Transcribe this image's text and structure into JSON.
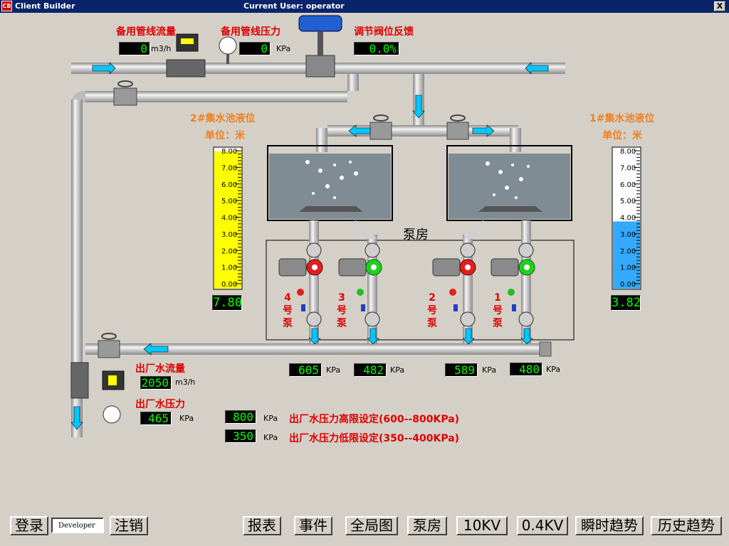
{
  "window": {
    "title": "Client Builder",
    "user": "Current User: operator",
    "close": "X",
    "app_icon": "CB"
  },
  "top": {
    "backup_flow_label": "备用管线流量",
    "backup_flow_value": "0",
    "backup_flow_unit": "m3/h",
    "backup_pressure_label": "备用管线压力",
    "backup_pressure_value": "0",
    "backup_pressure_unit": "KPa",
    "valve_label": "调节阀位反馈",
    "valve_value": "0.0%"
  },
  "tank2": {
    "title": "2#集水池液位",
    "unit": "单位：米",
    "value": "7.80",
    "level": 7.8,
    "color": "#ffff00"
  },
  "tank1": {
    "title": "1#集水池液位",
    "unit": "单位：米",
    "value": "3.82",
    "level": 3.82,
    "color": "#33aaff"
  },
  "scale_ticks": [
    "8.00",
    "7.00",
    "6.00",
    "5.00",
    "4.00",
    "3.00",
    "2.00",
    "1.00",
    "0.00"
  ],
  "pump_room": "泵房",
  "pumps": [
    {
      "label": "4\n号\n泵",
      "status": "red"
    },
    {
      "label": "3\n号\n泵",
      "status": "green"
    },
    {
      "label": "2\n号\n泵",
      "status": "red"
    },
    {
      "label": "1\n号\n泵",
      "status": "green"
    }
  ],
  "pump_pressures": [
    {
      "value": "605",
      "unit": "KPa"
    },
    {
      "value": "482",
      "unit": "KPa"
    },
    {
      "value": "589",
      "unit": "KPa"
    },
    {
      "value": "480",
      "unit": "KPa"
    }
  ],
  "outlet": {
    "flow_label": "出厂水流量",
    "flow_value": "2050",
    "flow_unit": "m3/h",
    "pressure_label": "出厂水压力",
    "pressure_value": "465",
    "pressure_unit": "KPa"
  },
  "limits": {
    "high_value": "800",
    "high_unit": "KPa",
    "high_label": "出厂水压力高限设定(600--800KPa)",
    "low_value": "350",
    "low_unit": "KPa",
    "low_label": "出厂水压力低限设定(350--400KPa)"
  },
  "bottom": {
    "login": "登录",
    "user_field": "Developer",
    "logout": "注销",
    "nav": [
      "报表",
      "事件",
      "全局图",
      "泵房",
      "10KV",
      "0.4KV",
      "瞬时趋势",
      "历史趋势"
    ]
  }
}
